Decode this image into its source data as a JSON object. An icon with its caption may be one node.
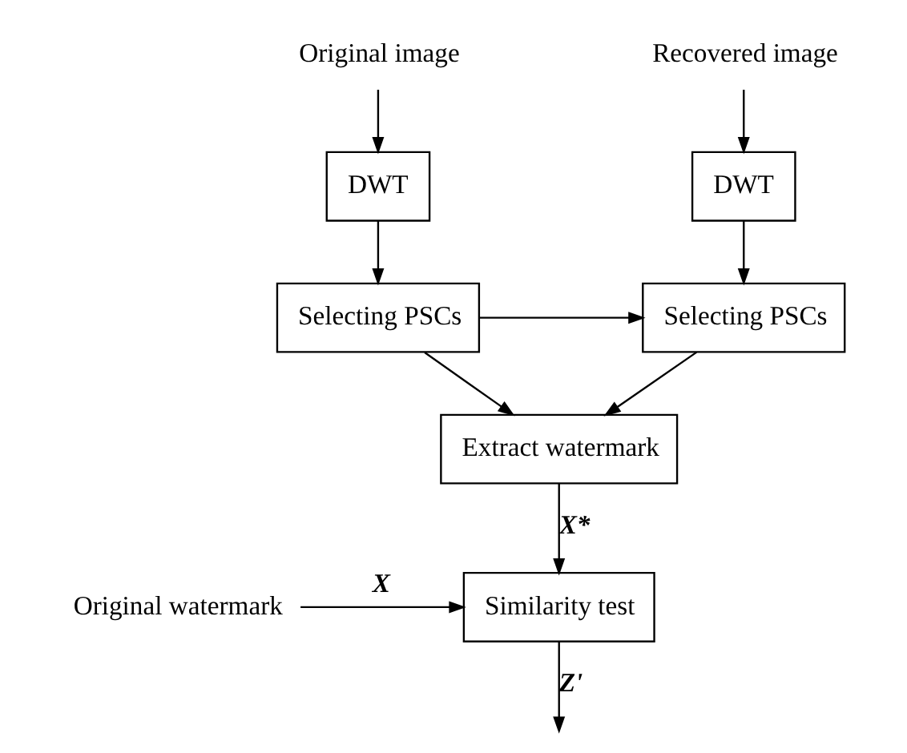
{
  "diagram": {
    "nodes": [
      {
        "text": [
          "Original image"
        ]
      },
      {
        "text": [
          "Recovered image"
        ]
      },
      {
        "text": [
          "DWT"
        ]
      },
      {
        "text": [
          "DWT"
        ]
      },
      {
        "text": [
          "Selecting PSCs"
        ]
      },
      {
        "text": [
          "Selecting PSCs"
        ]
      },
      {
        "text": [
          "Extract watermark"
        ]
      },
      {
        "text": [
          "Original watermark"
        ]
      },
      {
        "text": [
          "Similarity test"
        ]
      }
    ],
    "edges": [
      {
        "from": 0,
        "to": 2,
        "arrow": "to"
      },
      {
        "from": 1,
        "to": 3,
        "arrow": "to"
      },
      {
        "from": 2,
        "to": 4,
        "arrow": "to"
      },
      {
        "from": 3,
        "to": 5,
        "arrow": "to"
      },
      {
        "from": 4,
        "to": 5,
        "arrow": "to"
      },
      {
        "from": 4,
        "to": 6,
        "arrow": "to"
      },
      {
        "from": 5,
        "to": 6,
        "arrow": "to"
      },
      {
        "from": 6,
        "to": 8,
        "arrow": "to",
        "label": "X*"
      },
      {
        "from": 7,
        "to": 8,
        "arrow": "to",
        "label": "X"
      },
      {
        "from": 8,
        "to": null,
        "arrow": "to",
        "label": "Z'"
      }
    ]
  }
}
